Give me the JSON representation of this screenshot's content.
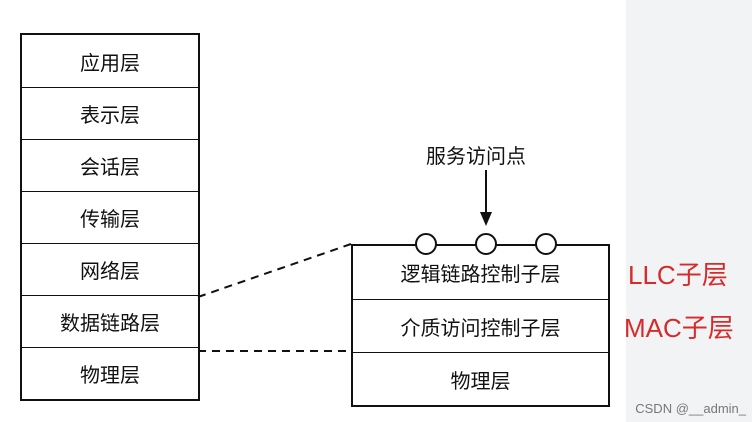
{
  "osi_layers": [
    "应用层",
    "表示层",
    "会话层",
    "传输层",
    "网络层",
    "数据链路层",
    "物理层"
  ],
  "data_link_detail": {
    "sublayers": [
      "逻辑链路控制子层",
      "介质访问控制子层",
      "物理层"
    ],
    "service_access_point": "服务访问点"
  },
  "callouts": {
    "llc": "LLC子层",
    "mac": "MAC子层"
  },
  "watermark": "CSDN @__admin_",
  "colors": {
    "callout_red": "#d62b2b"
  }
}
